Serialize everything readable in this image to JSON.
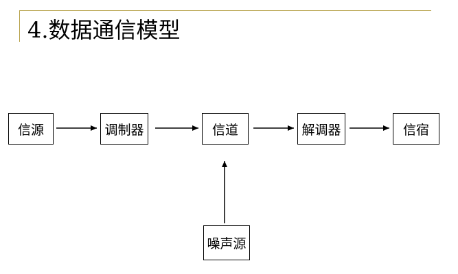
{
  "slide": {
    "title": "4.数据通信模型"
  },
  "diagram": {
    "nodes": {
      "source": "信源",
      "modulator": "调制器",
      "channel": "信道",
      "demodulator": "解调器",
      "sink": "信宿",
      "noise": "噪声源"
    },
    "edges": [
      {
        "from": "source",
        "to": "modulator"
      },
      {
        "from": "modulator",
        "to": "channel"
      },
      {
        "from": "channel",
        "to": "demodulator"
      },
      {
        "from": "demodulator",
        "to": "sink"
      },
      {
        "from": "noise",
        "to": "channel"
      }
    ]
  }
}
